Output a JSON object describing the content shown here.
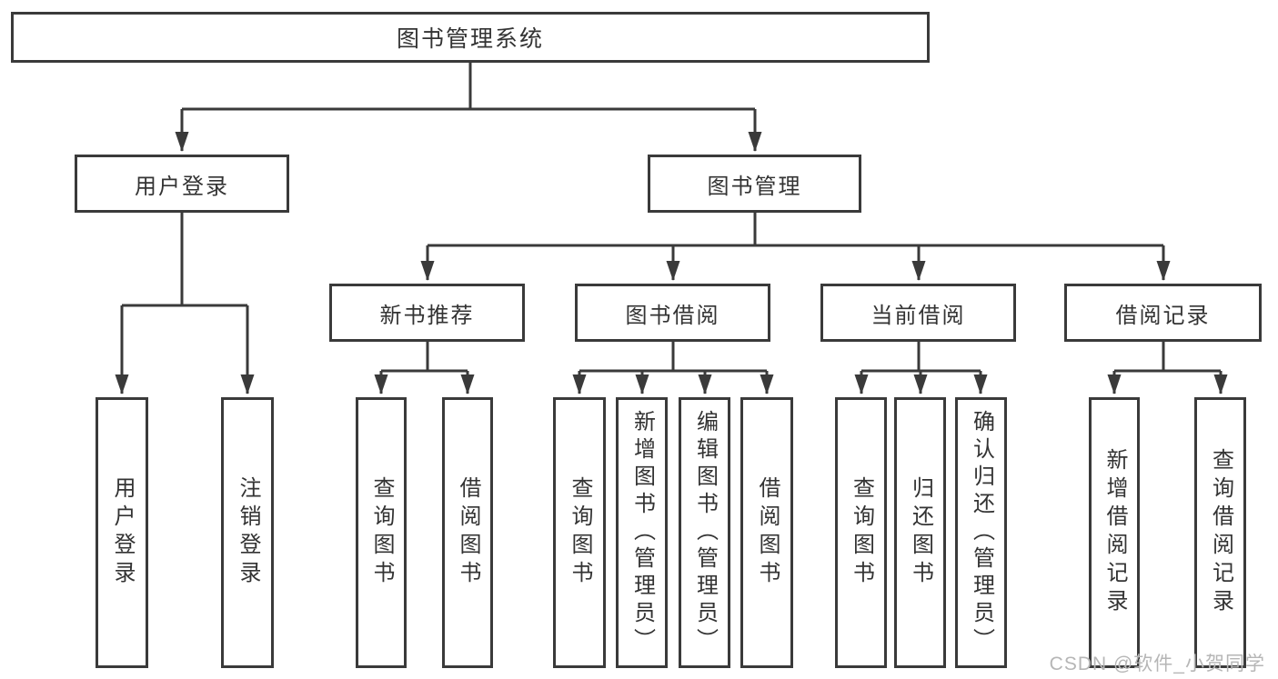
{
  "diagram": {
    "root": {
      "label": "图书管理系统"
    },
    "level2": [
      {
        "label": "用户登录"
      },
      {
        "label": "图书管理"
      }
    ],
    "level3": [
      {
        "label": "新书推荐"
      },
      {
        "label": "图书借阅"
      },
      {
        "label": "当前借阅"
      },
      {
        "label": "借阅记录"
      }
    ],
    "leaves": [
      {
        "label": "用户登录"
      },
      {
        "label": "注销登录"
      },
      {
        "label": "查询图书"
      },
      {
        "label": "借阅图书"
      },
      {
        "label": "查询图书"
      },
      {
        "label": "新增图书（管理员）"
      },
      {
        "label": "编辑图书（管理员）"
      },
      {
        "label": "借阅图书"
      },
      {
        "label": "查询图书"
      },
      {
        "label": "归还图书"
      },
      {
        "label": "确认归还（管理员）"
      },
      {
        "label": "新增借阅记录"
      },
      {
        "label": "查询借阅记录"
      }
    ],
    "watermark": "CSDN @软件_小贺同学",
    "colors": {
      "line": "#3a3a3a",
      "text": "#333333",
      "watermark": "#b6b6b6",
      "background": "#ffffff"
    }
  }
}
